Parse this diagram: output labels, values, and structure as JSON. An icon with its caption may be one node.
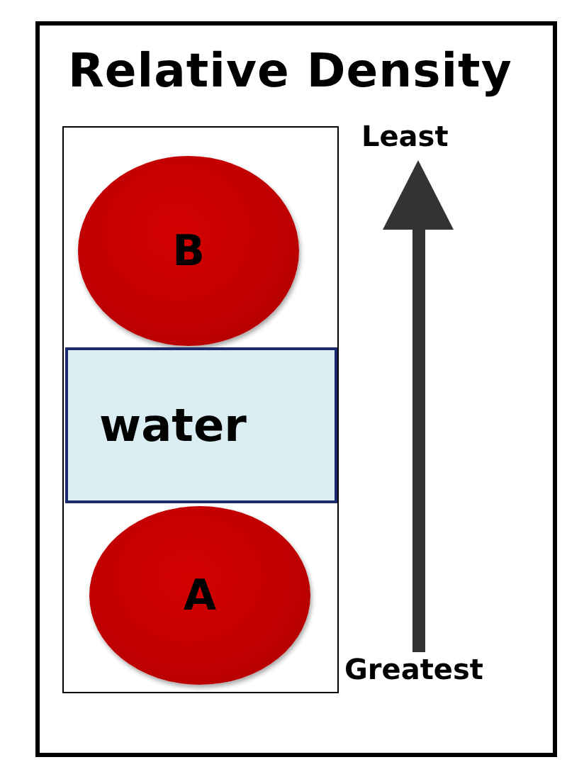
{
  "diagram": {
    "title": "Relative Density",
    "nodes": [
      {
        "text": [],
        "shape": "box"
      },
      {
        "text": [
          "B"
        ],
        "in": 0
      },
      {
        "text": [
          "water"
        ],
        "in": 0
      },
      {
        "text": [
          "A"
        ],
        "in": 0
      }
    ],
    "labels": [
      "Least",
      "Greatest"
    ]
  }
}
